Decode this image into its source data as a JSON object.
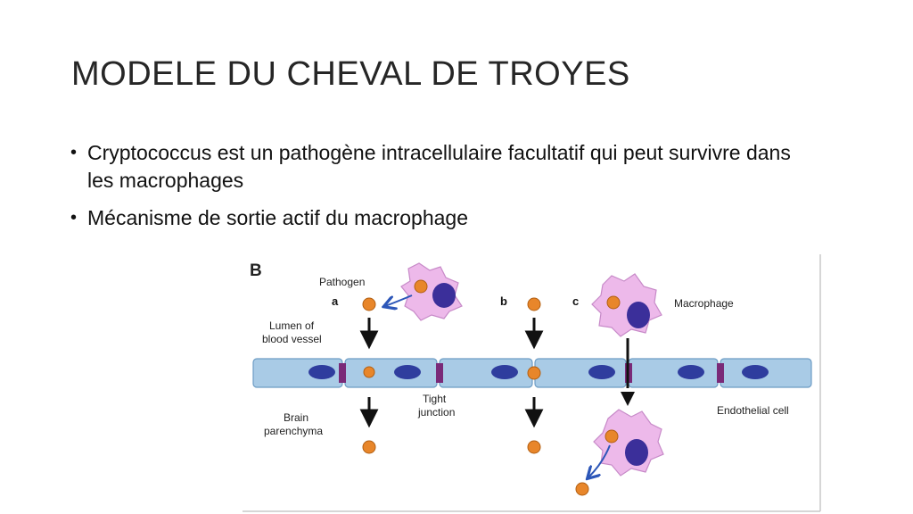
{
  "slide": {
    "title": "MODELE DU CHEVAL DE TROYES",
    "bullets": [
      "Cryptococcus est un pathogène intracellulaire facultatif qui peut survivre dans les macrophages",
      "Mécanisme de sortie actif du macrophage"
    ]
  },
  "figure": {
    "panel_label": "B",
    "route_labels": [
      "a",
      "b",
      "c"
    ],
    "labels": {
      "pathogen": "Pathogen",
      "lumen_line1": "Lumen of",
      "lumen_line2": "blood vessel",
      "tight_line1": "Tight",
      "tight_line2": "junction",
      "brain_line1": "Brain",
      "brain_line2": "parenchyma",
      "macrophage": "Macrophage",
      "endothelial": "Endothelial cell"
    },
    "colors": {
      "endothelium": "#a9cbe6",
      "nucleus": "#2f3d9e",
      "macrophage_body": "#edb9ea",
      "macrophage_nucleus": "#3b2f9a",
      "pathogen": "#e8862a",
      "tight_junction": "#7a2a78",
      "arrow": "#111111",
      "exit_arrow": "#2c56b8"
    }
  }
}
